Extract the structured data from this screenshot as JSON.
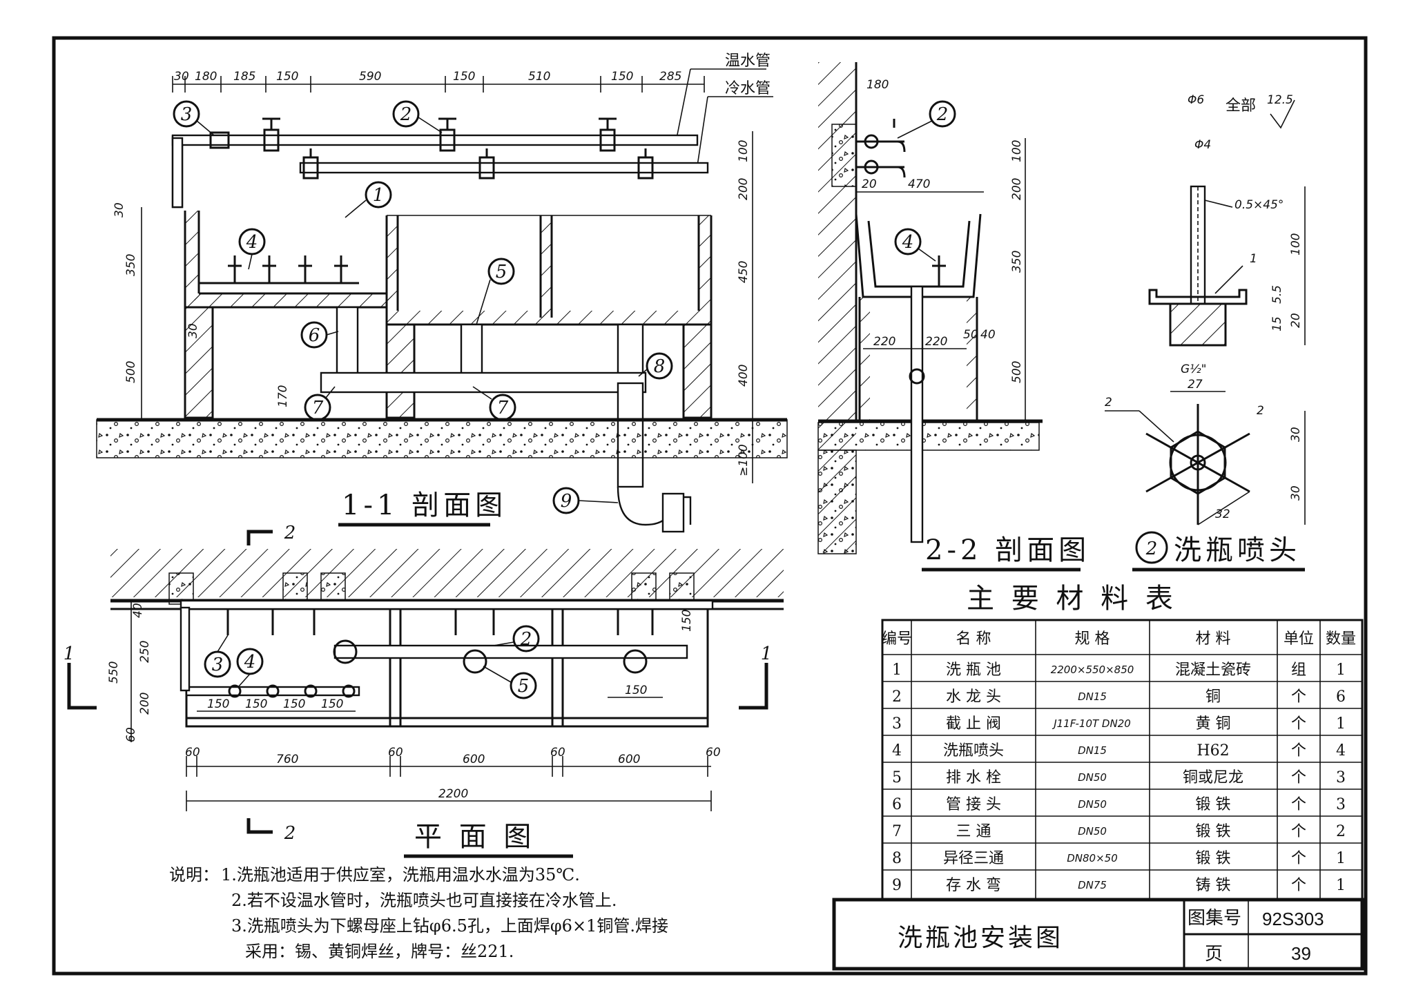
{
  "views": {
    "section_1_1": {
      "title": "1-1 剖面图",
      "pipe_labels": {
        "warm": "温水管",
        "cold": "冷水管"
      },
      "top_dims": [
        "30",
        "180",
        "185",
        "150",
        "590",
        "150",
        "510",
        "150",
        "285"
      ],
      "left_dims": [
        "30",
        "350",
        "30",
        "500",
        "170"
      ],
      "right_dims": [
        "100",
        "200",
        "450",
        "400",
        "≥100"
      ],
      "callouts": [
        "1",
        "2",
        "3",
        "4",
        "5",
        "6",
        "7",
        "7",
        "8",
        "9"
      ]
    },
    "section_2_2": {
      "title": "2-2 剖面图",
      "dims": [
        "180",
        "20",
        "470",
        "100",
        "200",
        "350",
        "500",
        "220",
        "220",
        "50",
        "40"
      ],
      "callouts": [
        "2",
        "4"
      ]
    },
    "detail_2": {
      "number": "2",
      "title": "洗瓶喷头",
      "dims": [
        "Φ6",
        "全部",
        "12.5",
        "Φ4",
        "0.5×45°",
        "1",
        "100",
        "5.5",
        "15",
        "20",
        "G½\"",
        "27",
        "2",
        "2",
        "30",
        "30",
        "32"
      ]
    },
    "plan": {
      "title": "平 面 图",
      "section_marks": [
        "2",
        "2",
        "1",
        "1"
      ],
      "left_dims": [
        "40",
        "250",
        "200",
        "60",
        "550"
      ],
      "inner_dims": [
        "150",
        "150",
        "150",
        "150",
        "150",
        "150"
      ],
      "bottom_dims": [
        "60",
        "760",
        "60",
        "600",
        "60",
        "600",
        "60"
      ],
      "total_dim": "2200",
      "callouts": [
        "2",
        "3",
        "4",
        "5"
      ]
    }
  },
  "materials_table": {
    "title": "主 要 材 料 表",
    "headers": [
      "编号",
      "名 称",
      "规 格",
      "材 料",
      "单位",
      "数量"
    ],
    "rows": [
      [
        "1",
        "洗 瓶 池",
        "2200×550×850",
        "混凝土瓷砖",
        "组",
        "1"
      ],
      [
        "2",
        "水 龙 头",
        "DN15",
        "铜",
        "个",
        "6"
      ],
      [
        "3",
        "截 止 阀",
        "J11F-10T DN20",
        "黄 铜",
        "个",
        "1"
      ],
      [
        "4",
        "洗瓶喷头",
        "DN15",
        "H62",
        "个",
        "4"
      ],
      [
        "5",
        "排 水 栓",
        "DN50",
        "铜或尼龙",
        "个",
        "3"
      ],
      [
        "6",
        "管 接 头",
        "DN50",
        "锻 铁",
        "个",
        "3"
      ],
      [
        "7",
        "三 通",
        "DN50",
        "锻 铁",
        "个",
        "2"
      ],
      [
        "8",
        "异径三通",
        "DN80×50",
        "锻 铁",
        "个",
        "1"
      ],
      [
        "9",
        "存 水 弯",
        "DN75",
        "铸 铁",
        "个",
        "1"
      ]
    ]
  },
  "notes": {
    "lead": "说明：",
    "lines": [
      "1.洗瓶池适用于供应室，洗瓶用温水水温为35℃.",
      "2.若不设温水管时，洗瓶喷头也可直接接在冷水管上.",
      "3.洗瓶喷头为下螺母座上钻φ6.5孔，上面焊φ6×1铜管.焊接",
      "采用：锡、黄铜焊丝，牌号：丝221."
    ]
  },
  "title_block": {
    "drawing_title": "洗瓶池安装图",
    "atlas_label": "图集号",
    "atlas_no": "92S303",
    "page_label": "页",
    "page_no": "39"
  }
}
